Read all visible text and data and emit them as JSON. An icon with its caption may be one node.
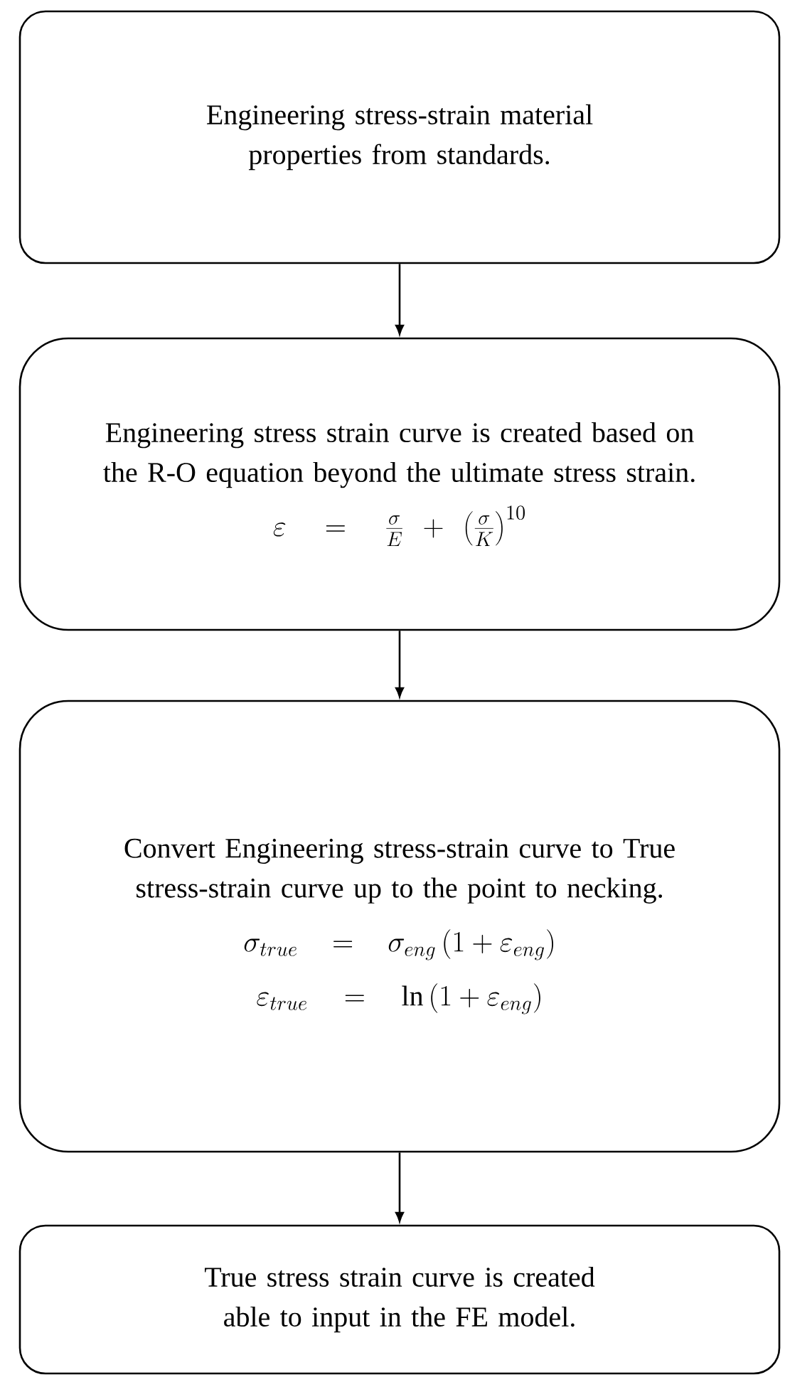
{
  "diagram": {
    "nodes": [
      {
        "text": [
          "Engineering stress-strain material properties from standards."
        ]
      },
      {
        "text": [
          "Engineering stress strain curve is created based on the R-O equation beyond the ultimate stress strain.",
          "\\varepsilon = \\frac{\\sigma}{E} + \\left(\\frac{\\sigma}{K}\\right)^{10}"
        ]
      },
      {
        "text": [
          "Convert Engineering stress-strain curve to True stress-strain curve up to the point to necking.",
          "\\sigma_{true} = \\sigma_{eng}\\left(1 + \\varepsilon_{eng}\\right)",
          "\\varepsilon_{true} = \\ln\\left(1 + \\varepsilon_{eng}\\right)"
        ]
      },
      {
        "text": [
          "True stress strain curve is created able to input in the FE model."
        ]
      }
    ],
    "edges": [
      {
        "from": 0,
        "to": 1,
        "arrow": "to"
      },
      {
        "from": 1,
        "to": 2,
        "arrow": "to"
      },
      {
        "from": 2,
        "to": 3,
        "arrow": "to"
      }
    ]
  }
}
